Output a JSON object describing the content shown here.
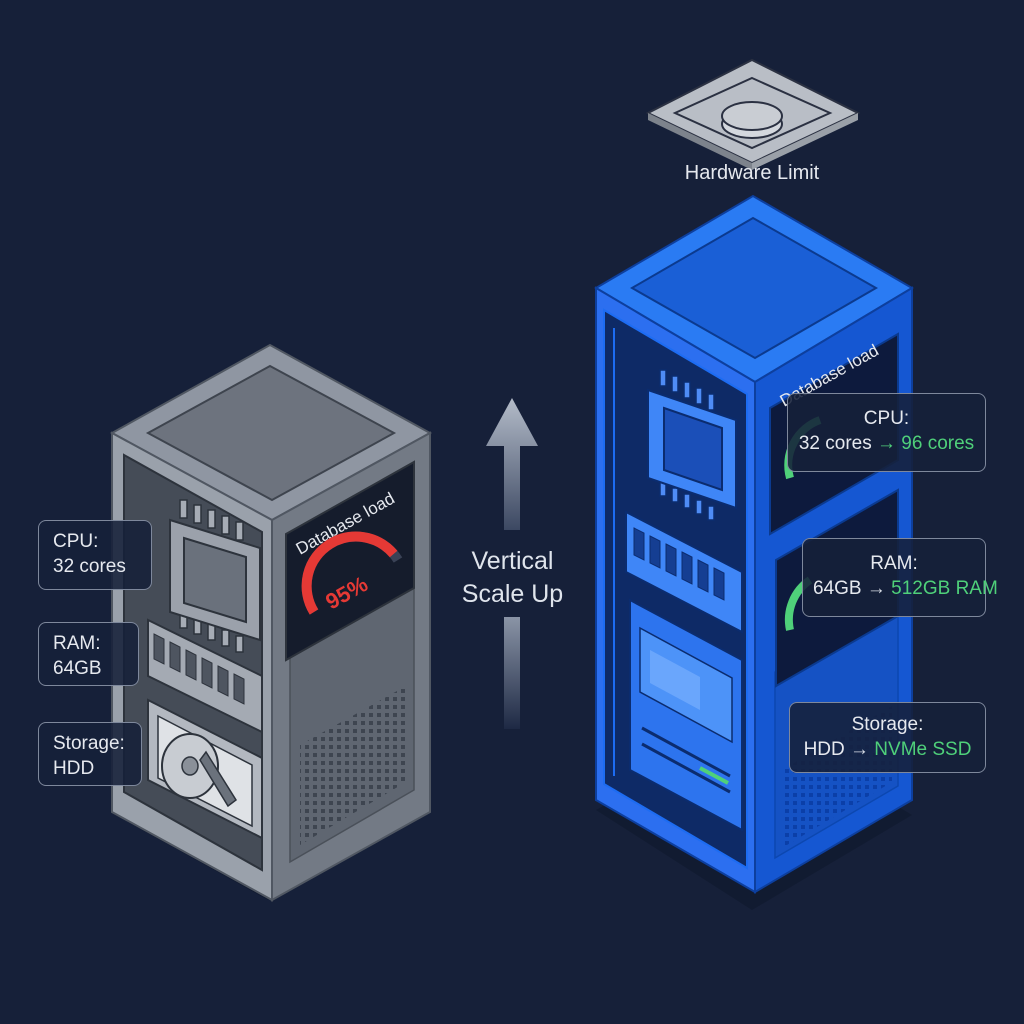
{
  "hardware_limit": {
    "label": "Hardware Limit"
  },
  "scale_label": {
    "line1": "Vertical",
    "line2": "Scale Up"
  },
  "old_server": {
    "screen_title": "Database load",
    "load_value": "95%",
    "load_fraction": 0.95,
    "specs": [
      {
        "key": "CPU:",
        "value": "32 cores"
      },
      {
        "key": "RAM:",
        "value": "64GB"
      },
      {
        "key": "Storage:",
        "value": "HDD"
      }
    ]
  },
  "new_server": {
    "screen_title": "Database load",
    "specs": [
      {
        "key": "CPU:",
        "from": "32 cores",
        "arrow": "→",
        "to": "96 cores"
      },
      {
        "key": "RAM:",
        "from": "64GB",
        "arrow": "→",
        "to": "512GB RAM"
      },
      {
        "key": "Storage:",
        "from": "HDD",
        "arrow": "→",
        "to": "NVMe SSD"
      }
    ]
  },
  "colors": {
    "background": "#162039",
    "old_server": "#8a919e",
    "new_server": "#1f6ff0",
    "alert": "#e53935",
    "upgrade": "#4fd07a"
  }
}
